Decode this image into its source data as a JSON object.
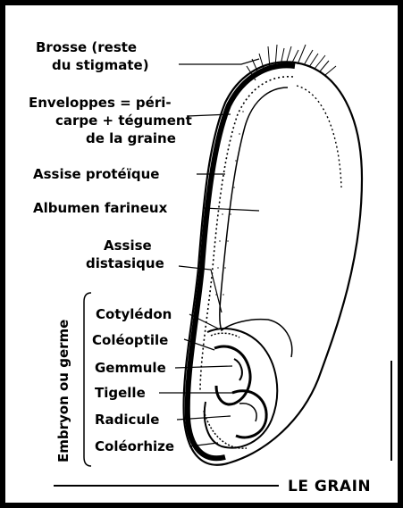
{
  "labels": {
    "brosse": [
      "Brosse (reste",
      "du stigmate)"
    ],
    "enveloppes": [
      "Enveloppes = péri-",
      "carpe + tégument",
      "de la graine"
    ],
    "assise_proteique": "Assise protéïque",
    "albumen": "Albumen farineux",
    "assise_distasique": [
      "Assise",
      "distasique"
    ],
    "embryon_group": "Embryon ou germe",
    "cotyledon": "Cotylédon",
    "coleoptile": "Coléoptile",
    "gemmule": "Gemmule",
    "tigelle": "Tigelle",
    "radicule": "Radicule",
    "coleorhize": "Coléorhize"
  },
  "footer": {
    "caption": "LE GRAIN"
  }
}
